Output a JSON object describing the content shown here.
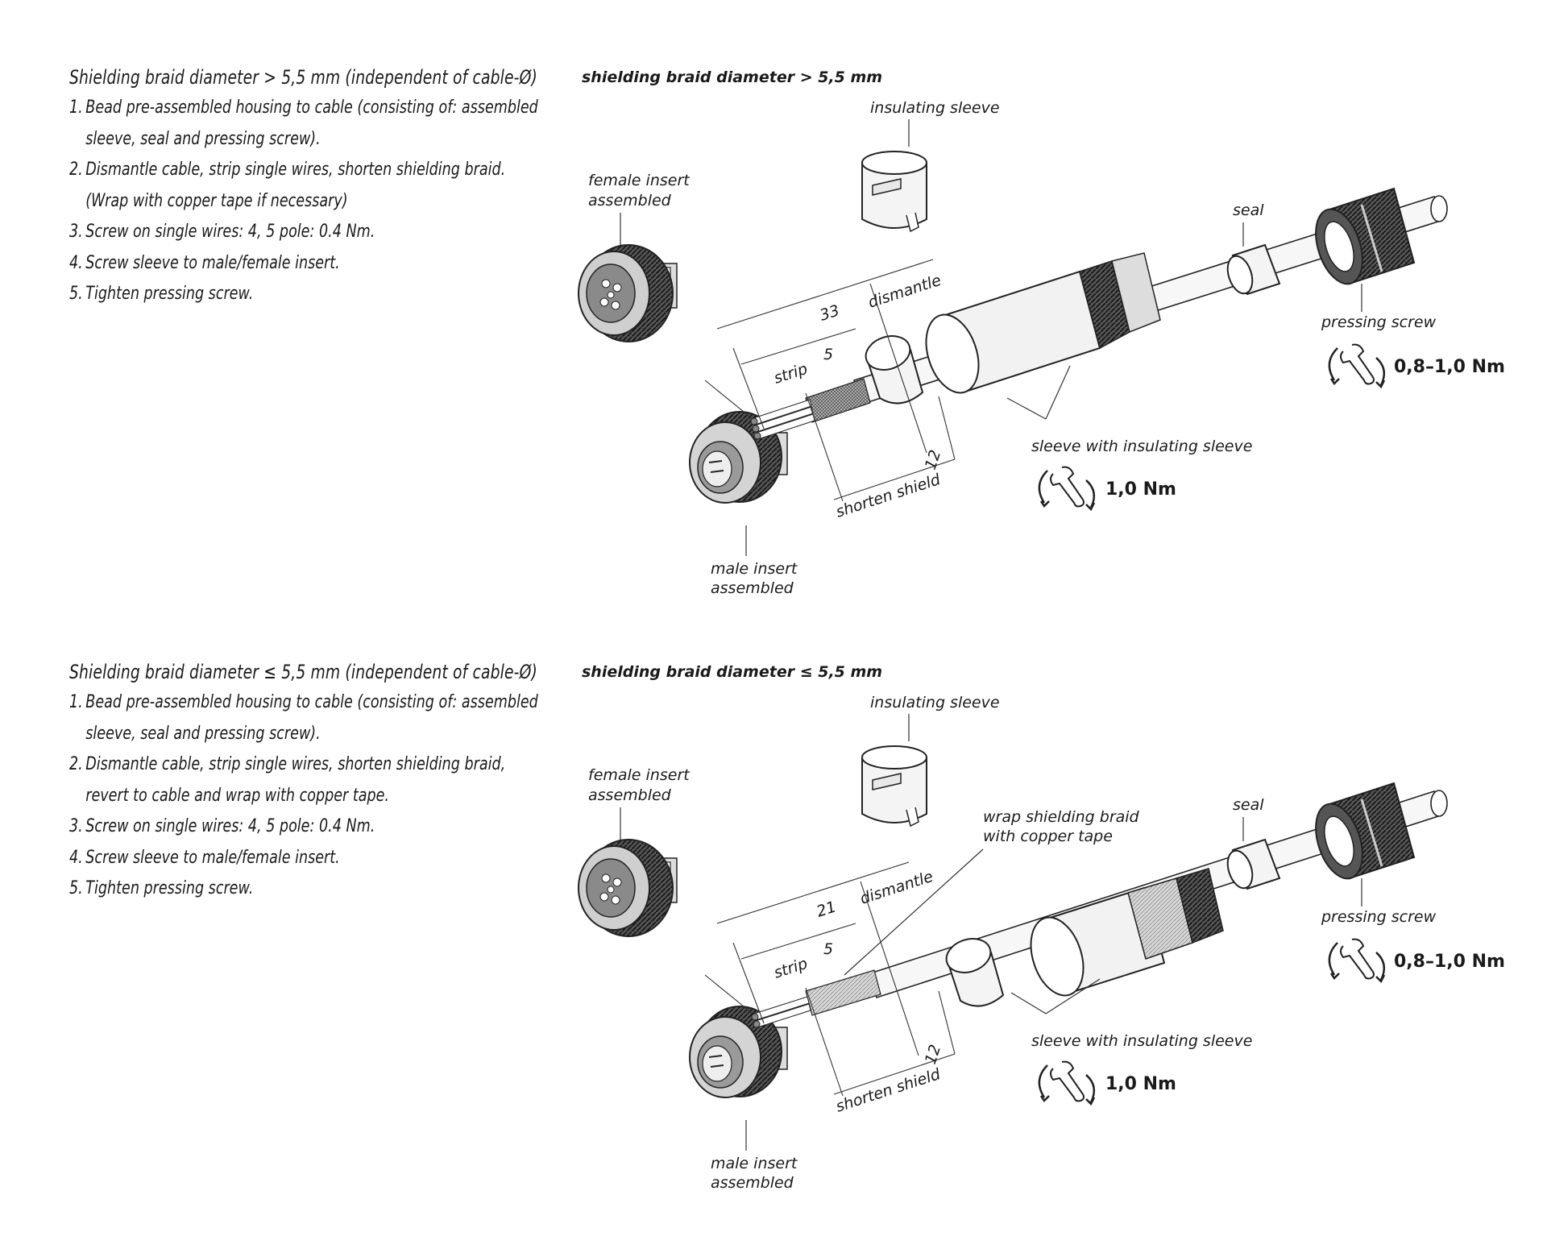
{
  "sections": [
    {
      "heading": "Shielding braid diameter  > 5,5 mm (independent of cable-Ø)",
      "steps": [
        {
          "num": "1.",
          "lines": [
            "Bead pre-assembled housing to cable (consisting of: assembled",
            "sleeve, seal and pressing screw)."
          ]
        },
        {
          "num": "2.",
          "lines": [
            "Dismantle cable, strip single wires, shorten shielding braid.",
            "(Wrap with copper tape if necessary)"
          ]
        },
        {
          "num": "3.",
          "lines": [
            "Screw on single wires: 4, 5 pole: 0.4 Nm."
          ]
        },
        {
          "num": "4.",
          "lines": [
            "Screw sleeve to male/female insert."
          ]
        },
        {
          "num": "5.",
          "lines": [
            "Tighten pressing screw."
          ]
        }
      ],
      "diagram": {
        "title": "shielding braid diameter > 5,5 mm",
        "insulating_sleeve": "insulating sleeve",
        "female_insert": [
          "female insert",
          "assembled"
        ],
        "male_insert": [
          "male insert",
          "assembled"
        ],
        "seal": "seal",
        "pressing_screw": "pressing screw",
        "sleeve_with_insulating_sleeve": "sleeve with insulating sleeve",
        "dismantle": "dismantle",
        "dismantle_value": "33",
        "strip": "strip",
        "strip_value": "5",
        "shorten_shield": "shorten shield",
        "shorten_value": "12",
        "torque_pressing": "0,8–1,0 Nm",
        "torque_sleeve": "1,0 Nm"
      }
    },
    {
      "heading": "Shielding braid diameter  ≤ 5,5 mm (independent of cable-Ø)",
      "steps": [
        {
          "num": "1.",
          "lines": [
            "Bead pre-assembled housing to cable (consisting of: assembled",
            "sleeve, seal and pressing screw)."
          ]
        },
        {
          "num": "2.",
          "lines": [
            "Dismantle cable, strip single wires, shorten shielding braid,",
            "revert to cable and wrap with copper tape."
          ]
        },
        {
          "num": "3.",
          "lines": [
            "Screw on single wires: 4, 5 pole: 0.4 Nm."
          ]
        },
        {
          "num": "4.",
          "lines": [
            "Screw sleeve to male/female insert."
          ]
        },
        {
          "num": "5.",
          "lines": [
            "Tighten pressing screw."
          ]
        }
      ],
      "diagram": {
        "title": "shielding braid diameter ≤ 5,5 mm",
        "insulating_sleeve": "insulating sleeve",
        "female_insert": [
          "female insert",
          "assembled"
        ],
        "male_insert": [
          "male insert",
          "assembled"
        ],
        "seal": "seal",
        "pressing_screw": "pressing screw",
        "sleeve_with_insulating_sleeve": "sleeve with insulating sleeve",
        "wrap_label": [
          "wrap shielding braid",
          "with copper tape"
        ],
        "dismantle": "dismantle",
        "dismantle_value": "21",
        "strip": "strip",
        "strip_value": "5",
        "shorten_shield": "shorten shield",
        "shorten_value": "12",
        "torque_pressing": "0,8–1,0 Nm",
        "torque_sleeve": "1,0 Nm"
      }
    }
  ]
}
